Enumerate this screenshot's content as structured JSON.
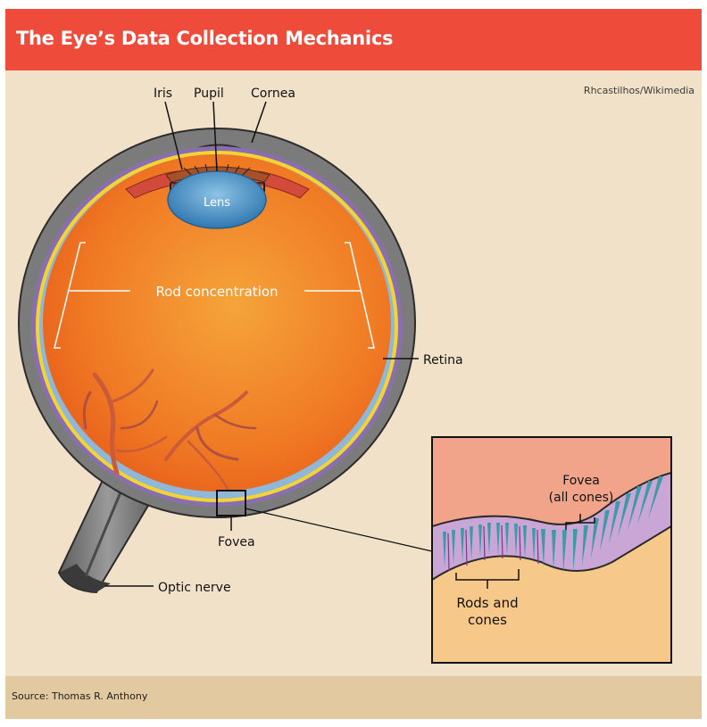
{
  "header": {
    "title": "The Eye’s Data Collection Mechanics"
  },
  "credit": "Rhcastilhos/Wikimedia",
  "footer": {
    "source": "Source: Thomas R. Anthony"
  },
  "labels": {
    "iris": "Iris",
    "pupil": "Pupil",
    "cornea": "Cornea",
    "lens": "Lens",
    "rod_concentration": "Rod concentration",
    "retina": "Retina",
    "fovea": "Fovea",
    "optic_nerve": "Optic nerve",
    "inset_fovea_line1": "Fovea",
    "inset_fovea_line2": "(all cones)",
    "rods_cones_line1": "Rods and",
    "rods_cones_line2": "cones"
  },
  "colors": {
    "header": "#ef4b3a",
    "background": "#f1e1c8",
    "footer": "#e2c9a0",
    "eyeball_outer": "#7b7b7b",
    "eye_interior": "#f07a24",
    "retina_yellow": "#f5d431",
    "lens_blue": "#4d97c9",
    "inset_top": "#f2a48a",
    "inset_bottom": "#f6c98a",
    "inset_band": "#c9a6d6",
    "cones": "#3f9aa8"
  }
}
